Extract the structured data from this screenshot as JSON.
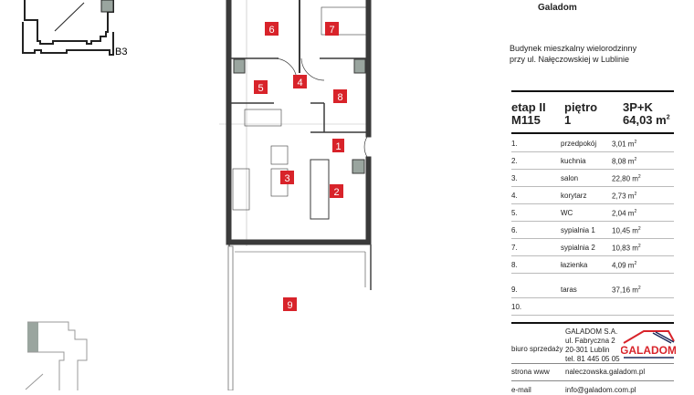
{
  "header": {
    "company": "Galadom",
    "description_line1": "Budynek mieszkalny wielorodzinny",
    "description_line2": "przy ul. Nałęczowskiej w Lublinie"
  },
  "apartment": {
    "stage": "etap II",
    "number": "M115",
    "floor_label": "piętro",
    "floor": "1",
    "type": "3P+K",
    "area": "64,03 m",
    "area_sup": "2"
  },
  "rooms": [
    {
      "no": "1.",
      "name": "przedpokój",
      "area": "3,01 m"
    },
    {
      "no": "2.",
      "name": "kuchnia",
      "area": "8,08 m"
    },
    {
      "no": "3.",
      "name": "salon",
      "area": "22,80 m"
    },
    {
      "no": "4.",
      "name": "korytarz",
      "area": "2,73 m"
    },
    {
      "no": "5.",
      "name": "WC",
      "area": "2,04 m"
    },
    {
      "no": "6.",
      "name": "sypialnia 1",
      "area": "10,45 m"
    },
    {
      "no": "7.",
      "name": "sypialnia 2",
      "area": "10,83 m"
    },
    {
      "no": "8.",
      "name": "łazienka",
      "area": "4,09 m"
    },
    {
      "no": "9.",
      "name": "taras",
      "area": "37,16 m"
    },
    {
      "no": "10.",
      "name": "",
      "area": ""
    }
  ],
  "sales": {
    "label": "biuro sprzedaży",
    "line1": "GALADOM S.A.",
    "line2": "ul. Fabryczna 2",
    "line3": "20-301 Lublin",
    "line4": "tel. 81 445 05 05",
    "logo_text": "GALADOM"
  },
  "web": {
    "label": "strona www",
    "value": "naleczowska.galadom.pl"
  },
  "email": {
    "label": "e-mail",
    "value": "info@galadom.com.pl"
  },
  "plan": {
    "building_label": "B3",
    "room_numbers": [
      "1",
      "2",
      "3",
      "4",
      "5",
      "6",
      "7",
      "8",
      "9"
    ]
  },
  "colors": {
    "room_marker": "#d8232a",
    "wall": "#3a3a3a",
    "highlight": "#9aa59f"
  }
}
